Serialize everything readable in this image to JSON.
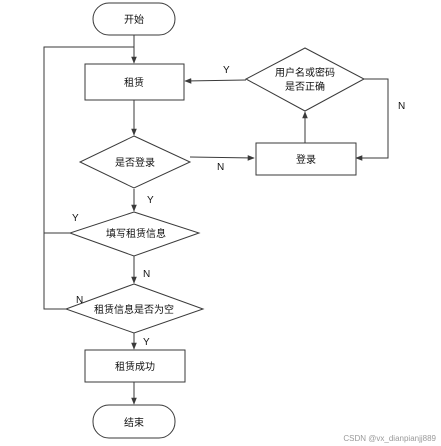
{
  "nodes": {
    "start": "开始",
    "rent": "租赁",
    "check_login": "是否登录",
    "login": "登录",
    "verify_line1": "用户名或密码",
    "verify_line2": "是否正确",
    "fill_info": "填写租赁信息",
    "check_empty": "租赁信息是否为空",
    "success": "租赁成功",
    "end": "结束"
  },
  "edge_labels": {
    "verify_yes": "Y",
    "verify_no": "N",
    "login_no": "N",
    "login_yes": "Y",
    "fill_yes": "Y",
    "fill_no": "N",
    "empty_no": "N",
    "empty_yes": "Y"
  },
  "watermark": "CSDN @vx_dianpianjj889",
  "colors": {
    "stroke": "#3a3a3a",
    "fill": "#ffffff",
    "text": "#111111",
    "watermark": "#9a9a9a"
  }
}
